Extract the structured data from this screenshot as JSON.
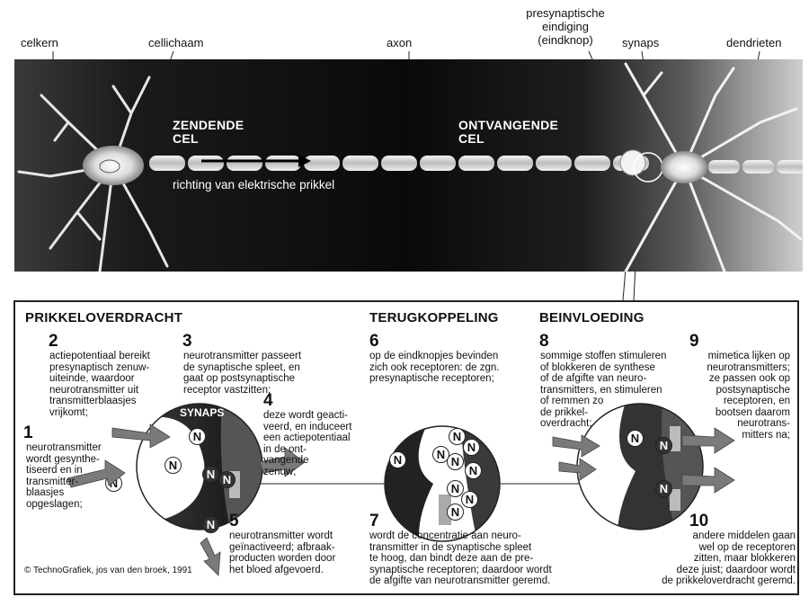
{
  "top_labels": {
    "celkern": "celkern",
    "cellichaam": "cellichaam",
    "axon": "axon",
    "eindknop": [
      "presynaptische",
      "eindiging",
      "(eindknop)"
    ],
    "synaps": "synaps",
    "dendrieten": "dendrieten"
  },
  "neuron_image": {
    "sending_cell": [
      "ZENDENDE",
      "CEL"
    ],
    "receiving_cell": [
      "ONTVANGENDE",
      "CEL"
    ],
    "direction_caption": "richting van elektrische prikkel"
  },
  "panel": {
    "headings": {
      "prikkeloverdracht": "PRIKKELOVERDRACHT",
      "terugkoppeling": "TERUGKOPPELING",
      "beinvloeding": "BEINVLOEDING"
    },
    "steps": [
      {
        "num": "1",
        "lines": [
          "neurotransmitter",
          "wordt gesynthe-",
          "tiseerd en in",
          "transmitter-",
          "blaasjes",
          "opgeslagen;"
        ]
      },
      {
        "num": "2",
        "lines": [
          "actiepotentiaal bereikt",
          "presynaptisch zenuw-",
          "uiteinde, waardoor",
          "neurotransmitter uit",
          "transmitterblaasjes",
          "vrijkomt;"
        ]
      },
      {
        "num": "3",
        "lines": [
          "neurotransmitter passeert",
          "de synaptische spleet, en",
          "gaat op postsynaptische",
          "receptor vastzitten;"
        ]
      },
      {
        "num": "4",
        "lines": [
          "deze wordt geacti-",
          "veerd, en induceert",
          "een actiepotentiaal",
          "in de ont-",
          "vangende",
          "zenuw;"
        ]
      },
      {
        "num": "5",
        "lines": [
          "neurotransmitter wordt",
          "geïnactiveerd; afbraak-",
          "producten worden door",
          "het bloed afgevoerd."
        ]
      },
      {
        "num": "6",
        "lines": [
          "op de eindknopjes bevinden",
          "zich ook receptoren: de zgn.",
          "presynaptische receptoren;"
        ]
      },
      {
        "num": "7",
        "lines": [
          "wordt de concentratie aan neuro-",
          "transmitter in de synaptische spleet",
          "te hoog, dan bindt deze aan de pre-",
          "synaptische receptoren; daardoor wordt",
          "de afgifte van neurotransmitter geremd."
        ]
      },
      {
        "num": "8",
        "lines": [
          "sommige stoffen stimuleren",
          "of blokkeren de synthese",
          "of de afgifte van neuro-",
          "transmitters, en stimuleren",
          "of remmen zo",
          "de prikkel-",
          "overdracht;"
        ]
      },
      {
        "num": "9",
        "lines": [
          "mimetica lijken op",
          "neurotransmitters;",
          "ze passen ook op",
          "postsynaptische",
          "receptoren, en",
          "bootsen daarom",
          "neurotrans-",
          "mitters na;"
        ]
      },
      {
        "num": "10",
        "lines": [
          "andere middelen gaan",
          "wel op de receptoren",
          "zitten, maar blokkeren",
          "deze juist; daardoor wordt",
          "de prikkeloverdracht geremd."
        ]
      }
    ],
    "circle_synaps_label": "SYNAPS",
    "molecule_letter": "N",
    "copyright": "© TechnoGrafiek, jos van den broek, 1991"
  }
}
